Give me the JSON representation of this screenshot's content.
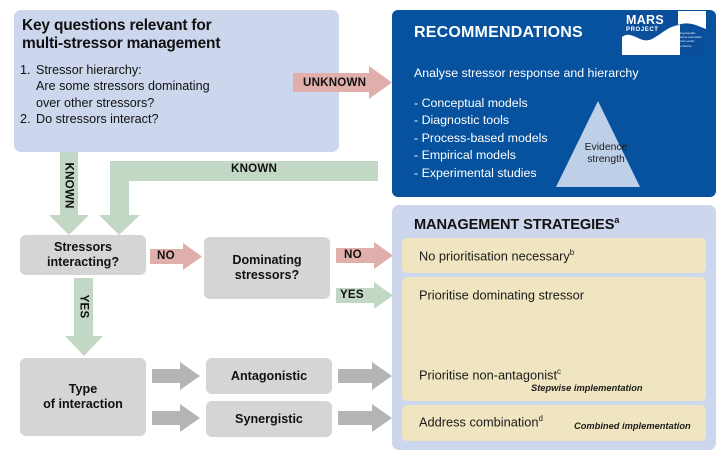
{
  "key_panel": {
    "title_line1": "Key questions relevant for",
    "title_line2": "multi-stressor management",
    "questions": [
      {
        "num": "1.",
        "line1": "Stressor hierarchy:",
        "line2": "Are some stressors dominating",
        "line3": "over other stressors?"
      },
      {
        "num": "2.",
        "line1": "Do stressors interact?",
        "line2": "",
        "line3": ""
      }
    ]
  },
  "recommendations": {
    "title": "RECOMMENDATIONS",
    "subtitle": "Analyse stressor response and hierarchy",
    "items": [
      "- Conceptual models",
      "- Diagnostic tools",
      "- Process-based models",
      "- Empirical models",
      "- Experimental studies"
    ],
    "evidence_label_line1": "Evidence",
    "evidence_label_line2": "strength",
    "logo": {
      "name": "MARS",
      "sub": "PROJECT",
      "tagline": "Managing Aquatic ecosystems and water Resources under multiple Stress"
    }
  },
  "management": {
    "title": "MANAGEMENT STRATEGIES",
    "title_sup": "a",
    "strategies": [
      {
        "text": "No prioritisation necessary",
        "sup": "b",
        "implementation": ""
      },
      {
        "text": "Prioritise dominating stressor",
        "sup": "",
        "implementation": ""
      },
      {
        "text": "Prioritise non-antagonist",
        "sup": "c",
        "implementation": "Stepwise implementation"
      },
      {
        "text": "Address combination",
        "sup": "d",
        "implementation": "Combined implementation"
      }
    ]
  },
  "flow": {
    "boxes": {
      "stressors_interacting_l1": "Stressors",
      "stressors_interacting_l2": "interacting?",
      "dominating_l1": "Dominating",
      "dominating_l2": "stressors?",
      "type_l1": "Type",
      "type_l2": "of interaction",
      "antagonistic": "Antagonistic",
      "synergistic": "Synergistic"
    },
    "labels": {
      "unknown": "UNKNOWN",
      "known_vertical": "KNOWN",
      "known_horizontal": "KNOWN",
      "no_1": "NO",
      "no_2": "NO",
      "yes_vertical": "YES",
      "yes_right": "YES"
    }
  },
  "colors": {
    "panel_light_blue": "#ccd6ec",
    "panel_dark_blue": "#07529e",
    "yellow_box": "#efe5c0",
    "gray_box": "#d5d5d5",
    "arrow_green": "#c3d8c4",
    "arrow_red": "#e0aeab",
    "arrow_gray": "#b5b5b5",
    "evidence_triangle": "#bed0e8"
  }
}
